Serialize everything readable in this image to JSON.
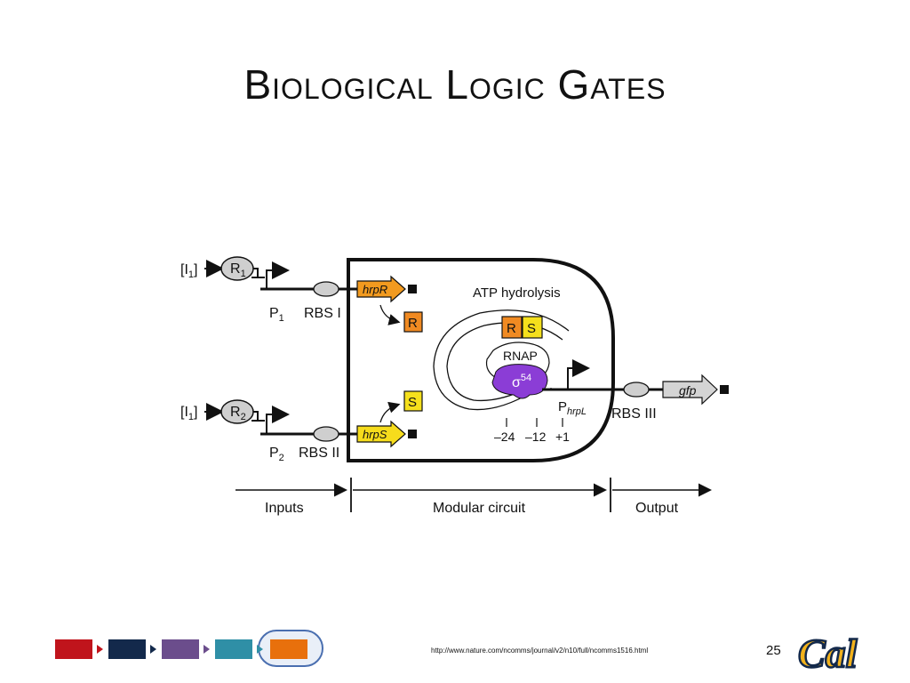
{
  "slide": {
    "title": "Biological Logic Gates",
    "page_number": "25",
    "source_url": "http://www.nature.com/ncomms/journal/v2/n10/full/ncomms1516.html",
    "logo_text": "Cal"
  },
  "diagram": {
    "input1": {
      "signal": "[I",
      "signal_sub": "1",
      "signal_close": "]",
      "regulator": "R",
      "regulator_sub": "1",
      "promoter": "P",
      "promoter_sub": "1",
      "rbs": "RBS I",
      "gene": "hrpR",
      "protein": "R"
    },
    "input2": {
      "signal": "[I",
      "signal_sub": "1",
      "signal_close": "]",
      "regulator": "R",
      "regulator_sub": "2",
      "promoter": "P",
      "promoter_sub": "2",
      "rbs": "RBS II",
      "gene": "hrpS",
      "protein": "S"
    },
    "center": {
      "atp_label": "ATP hydrolysis",
      "complex_r": "R",
      "complex_s": "S",
      "rnap": "RNAP",
      "sigma": "σ",
      "sigma_sup": "54",
      "promoter": "P",
      "promoter_sub": "hrpL",
      "positions": [
        "–24",
        "–12",
        "+1"
      ]
    },
    "output": {
      "rbs": "RBS III",
      "gene": "gfp"
    },
    "sections": [
      "Inputs",
      "Modular circuit",
      "Output"
    ]
  },
  "colors": {
    "orange_gene": "#f29a1f",
    "yellow_gene": "#f6dc1c",
    "orange_protein": "#f08a22",
    "yellow_protein": "#f5e01c",
    "sigma": "#8b3dd6",
    "gray": "#cfcfcf",
    "nav": [
      "#c0141c",
      "#13294b",
      "#6b4d8c",
      "#2f8fa6",
      "#e8700c"
    ]
  }
}
